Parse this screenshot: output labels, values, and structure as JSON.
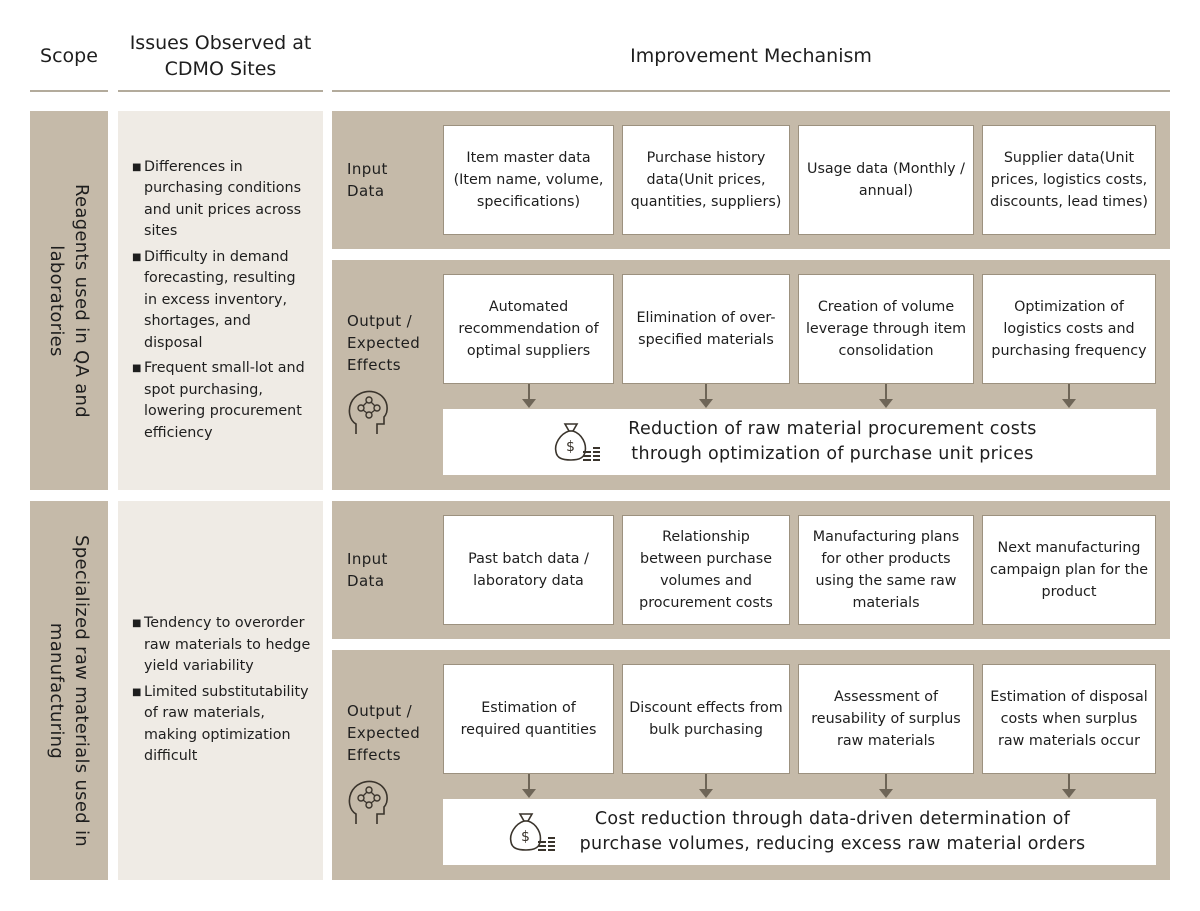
{
  "headers": {
    "scope": "Scope",
    "issues": "Issues Observed at CDMO Sites",
    "mechanism": "Improvement Mechanism"
  },
  "sections": [
    {
      "scope": "Reagents used in QA and laboratories",
      "issues": [
        "Differences in purchasing conditions and unit prices across sites",
        "Difficulty in demand forecasting, resulting in excess inventory, shortages, and disposal",
        "Frequent small-lot and spot purchasing, lowering procurement efficiency"
      ],
      "input_label": "Input Data",
      "inputs": [
        "Item master data (Item name, volume, specifications)",
        "Purchase history data(Unit prices, quantities, suppliers)",
        "Usage data (Monthly / annual)",
        "Supplier data(Unit prices, logistics costs, discounts, lead times)"
      ],
      "output_label": "Output / Expected Effects",
      "outputs": [
        "Automated recommendation of optimal suppliers",
        "Elimination of over-specified materials",
        "Creation of volume leverage through item consolidation",
        "Optimization of logistics costs and purchasing frequency"
      ],
      "effect": "Reduction of raw material procurement costs through optimization of purchase unit prices"
    },
    {
      "scope": "Specialized raw materials used in manufacturing",
      "issues": [
        "Tendency to overorder raw materials to hedge yield variability",
        "Limited substitutability of raw materials, making optimization difficult"
      ],
      "input_label": "Input Data",
      "inputs": [
        "Past batch data / laboratory data",
        "Relationship between purchase volumes and procurement costs",
        "Manufacturing plans for other products using the same raw materials",
        "Next manufacturing campaign plan for the product"
      ],
      "output_label": "Output / Expected Effects",
      "outputs": [
        "Estimation of required quantities",
        "Discount effects from bulk purchasing",
        "Assessment of reusability of surplus raw materials",
        "Estimation of disposal costs when surplus raw materials occur"
      ],
      "effect": "Cost reduction through data-driven determination of purchase volumes, reducing excess raw material orders"
    }
  ],
  "colors": {
    "panel": "#c5baa9",
    "issues_bg": "#efebe5",
    "arrow": "#6e6557"
  },
  "icons": [
    "head-network-icon",
    "money-bag-coins-icon"
  ]
}
